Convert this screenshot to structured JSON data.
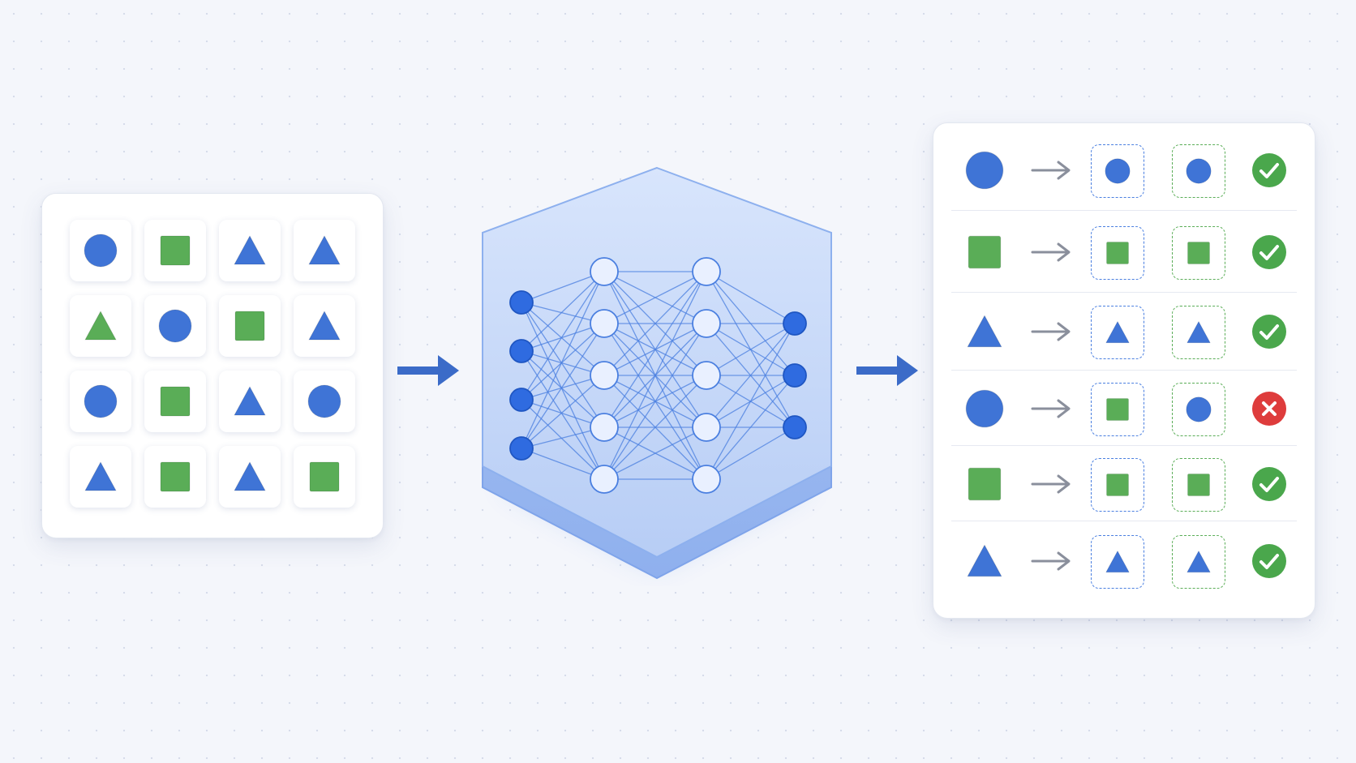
{
  "colors": {
    "blue": "#3f74d6",
    "green": "#5aad57",
    "check_green": "#4aa74c",
    "error_red": "#de3c3c",
    "arrow_gray": "#8a8f9c",
    "flow_arrow": "#3b6bc8",
    "node_fill": "#2f6be0",
    "hidden_node_fill": "#e9f0ff"
  },
  "input_grid": {
    "rows": [
      [
        {
          "shape": "circle",
          "color": "blue"
        },
        {
          "shape": "square",
          "color": "green"
        },
        {
          "shape": "triangle",
          "color": "blue"
        },
        {
          "shape": "triangle",
          "color": "blue"
        }
      ],
      [
        {
          "shape": "triangle",
          "color": "green"
        },
        {
          "shape": "circle",
          "color": "blue"
        },
        {
          "shape": "square",
          "color": "green"
        },
        {
          "shape": "triangle",
          "color": "blue"
        }
      ],
      [
        {
          "shape": "circle",
          "color": "blue"
        },
        {
          "shape": "square",
          "color": "green"
        },
        {
          "shape": "triangle",
          "color": "blue"
        },
        {
          "shape": "circle",
          "color": "blue"
        }
      ],
      [
        {
          "shape": "triangle",
          "color": "blue"
        },
        {
          "shape": "square",
          "color": "green"
        },
        {
          "shape": "triangle",
          "color": "blue"
        },
        {
          "shape": "square",
          "color": "green"
        }
      ]
    ]
  },
  "network": {
    "layers": [
      4,
      5,
      5,
      3
    ]
  },
  "results": {
    "rows": [
      {
        "input": {
          "shape": "circle",
          "color": "blue"
        },
        "predicted": {
          "shape": "circle",
          "color": "blue"
        },
        "actual": {
          "shape": "circle",
          "color": "blue"
        },
        "status": "correct",
        "status_icon": "check-icon"
      },
      {
        "input": {
          "shape": "square",
          "color": "green"
        },
        "predicted": {
          "shape": "square",
          "color": "green"
        },
        "actual": {
          "shape": "square",
          "color": "green"
        },
        "status": "correct",
        "status_icon": "check-icon"
      },
      {
        "input": {
          "shape": "triangle",
          "color": "blue"
        },
        "predicted": {
          "shape": "triangle",
          "color": "blue"
        },
        "actual": {
          "shape": "triangle",
          "color": "blue"
        },
        "status": "correct",
        "status_icon": "check-icon"
      },
      {
        "input": {
          "shape": "circle",
          "color": "blue"
        },
        "predicted": {
          "shape": "square",
          "color": "green"
        },
        "actual": {
          "shape": "circle",
          "color": "blue"
        },
        "status": "incorrect",
        "status_icon": "x-icon"
      },
      {
        "input": {
          "shape": "square",
          "color": "green"
        },
        "predicted": {
          "shape": "square",
          "color": "green"
        },
        "actual": {
          "shape": "square",
          "color": "green"
        },
        "status": "correct",
        "status_icon": "check-icon"
      },
      {
        "input": {
          "shape": "triangle",
          "color": "blue"
        },
        "predicted": {
          "shape": "triangle",
          "color": "blue"
        },
        "actual": {
          "shape": "triangle",
          "color": "blue"
        },
        "status": "correct",
        "status_icon": "check-icon"
      }
    ]
  }
}
